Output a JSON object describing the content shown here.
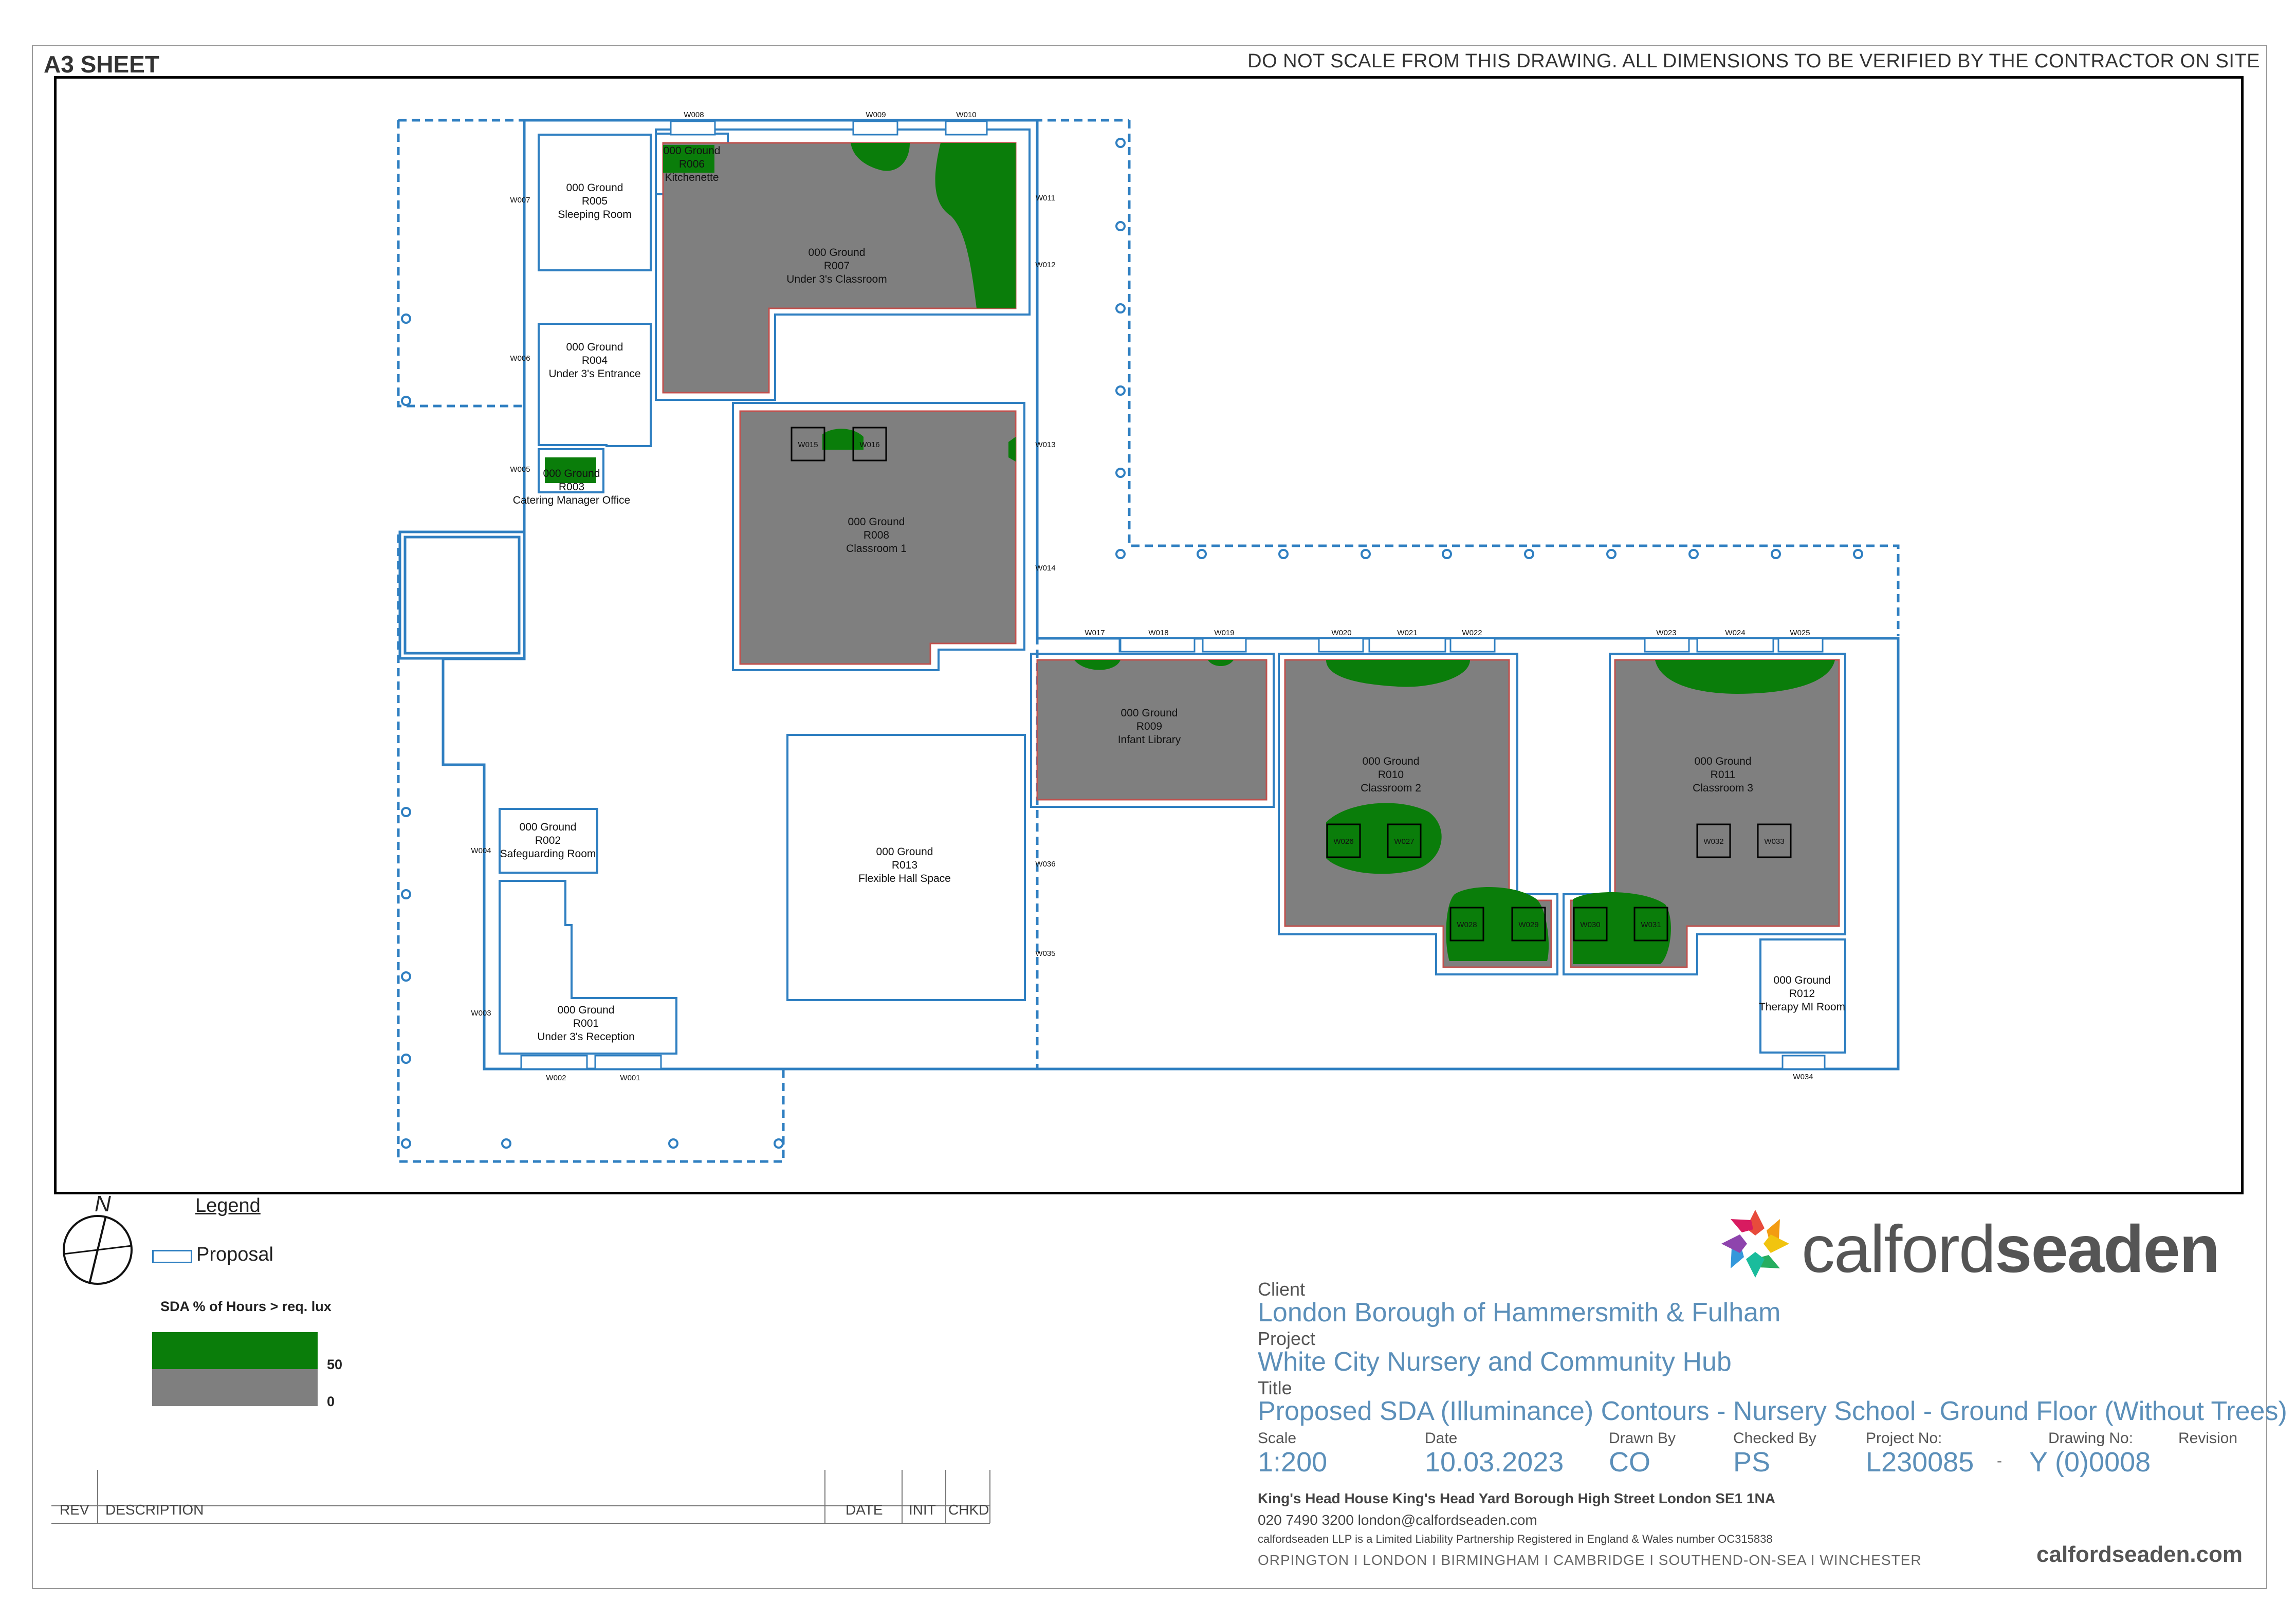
{
  "header": {
    "sheet_size": "A3 SHEET",
    "note": "DO NOT SCALE FROM THIS DRAWING. ALL DIMENSIONS TO BE VERIFIED BY THE CONTRACTOR ON SITE"
  },
  "colors": {
    "proposal_outline": "#2f7fc1",
    "sda_high": "#0a7d0a",
    "sda_low": "#7f7f7f",
    "room_border": "#c0504d"
  },
  "rooms": [
    {
      "level": "000 Ground",
      "id": "R001",
      "name": "Under 3's Reception"
    },
    {
      "level": "000 Ground",
      "id": "R002",
      "name": "Safeguarding Room"
    },
    {
      "level": "000 Ground",
      "id": "R003",
      "name": "Catering Manager Office"
    },
    {
      "level": "000 Ground",
      "id": "R004",
      "name": "Under 3's Entrance"
    },
    {
      "level": "000 Ground",
      "id": "R005",
      "name": "Sleeping Room"
    },
    {
      "level": "000 Ground",
      "id": "R006",
      "name": "Kitchenette"
    },
    {
      "level": "000 Ground",
      "id": "R007",
      "name": "Under 3's Classroom"
    },
    {
      "level": "000 Ground",
      "id": "R008",
      "name": "Classroom 1"
    },
    {
      "level": "000 Ground",
      "id": "R009",
      "name": "Infant Library"
    },
    {
      "level": "000 Ground",
      "id": "R010",
      "name": "Classroom 2"
    },
    {
      "level": "000 Ground",
      "id": "R011",
      "name": "Classroom 3"
    },
    {
      "level": "000 Ground",
      "id": "R012",
      "name": "Therapy MI Room"
    },
    {
      "level": "000 Ground",
      "id": "R013",
      "name": "Flexible Hall Space"
    }
  ],
  "windows": [
    "W001",
    "W002",
    "W003",
    "W004",
    "W005",
    "W006",
    "W007",
    "W008",
    "W009",
    "W010",
    "W011",
    "W012",
    "W013",
    "W014",
    "W015",
    "W016",
    "W017",
    "W018",
    "W019",
    "W020",
    "W021",
    "W022",
    "W023",
    "W024",
    "W025",
    "W026",
    "W027",
    "W028",
    "W029",
    "W030",
    "W031",
    "W032",
    "W033",
    "W034",
    "W035",
    "W036"
  ],
  "legend": {
    "title": "Legend",
    "proposal_label": "Proposal",
    "north_label": "N",
    "sda_title": "SDA % of Hours > req. lux",
    "sda_high_value": "50",
    "sda_low_value": "0"
  },
  "revisions_table": {
    "rev": "REV",
    "description": "DESCRIPTION",
    "date": "DATE",
    "init": "INIT",
    "chkd": "CHKD"
  },
  "title_block": {
    "client_label": "Client",
    "client": "London Borough of Hammersmith & Fulham",
    "project_label": "Project",
    "project": "White City Nursery and Community Hub",
    "title_label": "Title",
    "title": "Proposed SDA (Illuminance) Contours - Nursery School - Ground Floor (Without Trees)",
    "scale_label": "Scale",
    "scale": "1:200",
    "date_label": "Date",
    "date": "10.03.2023",
    "drawn_label": "Drawn By",
    "drawn": "CO",
    "checked_label": "Checked By",
    "checked": "PS",
    "project_no_label": "Project No:",
    "project_no": "L230085",
    "separator": "-",
    "drawing_no_label": "Drawing No:",
    "drawing_no": "Y (0)0008",
    "revision_label": "Revision",
    "revision": ""
  },
  "company": {
    "name_light": "calford",
    "name_bold": "seaden",
    "address": "King's Head House  King's Head Yard  Borough High Street  London  SE1 1NA",
    "contact": "020 7490 3200    london@calfordseaden.com",
    "legal": "calfordseaden LLP is a Limited Liability Partnership Registered in England & Wales number OC315838",
    "offices": "ORPINGTON  I  LONDON  I  BIRMINGHAM  I  CAMBRIDGE  I  SOUTHEND-ON-SEA  I  WINCHESTER",
    "website": "calfordseaden.com"
  }
}
